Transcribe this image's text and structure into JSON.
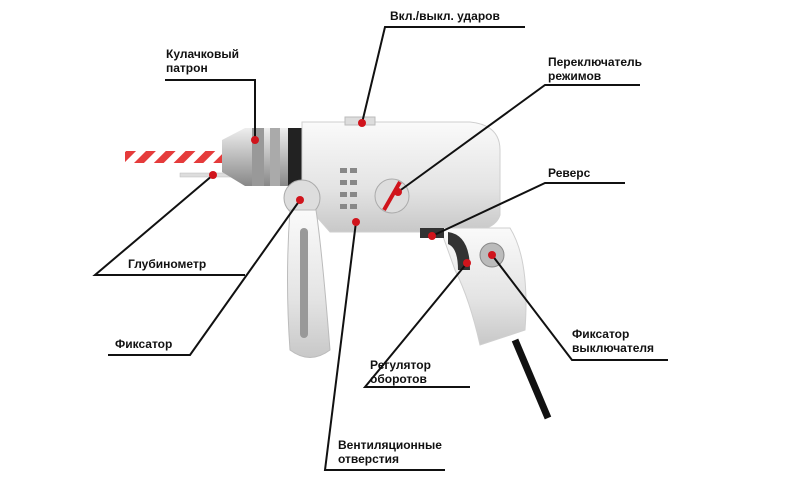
{
  "labels": {
    "impact_switch": "Вкл./выкл. ударов",
    "chuck_1": "Кулачковый",
    "chuck_2": "патрон",
    "mode_switch_1": "Переключатель",
    "mode_switch_2": "режимов",
    "reverse": "Реверс",
    "depth_gauge": "Глубинометр",
    "lock": "Фиксатор",
    "trigger_lock_1": "Фиксатор",
    "trigger_lock_2": "выключателя",
    "speed_regulator_1": "Регулятор",
    "speed_regulator_2": "оборотов",
    "vents_1": "Вентиляционные",
    "vents_2": "отверстия"
  },
  "colors": {
    "marker": "#d0141c",
    "line": "#111111",
    "body": "#e8e8e8"
  }
}
